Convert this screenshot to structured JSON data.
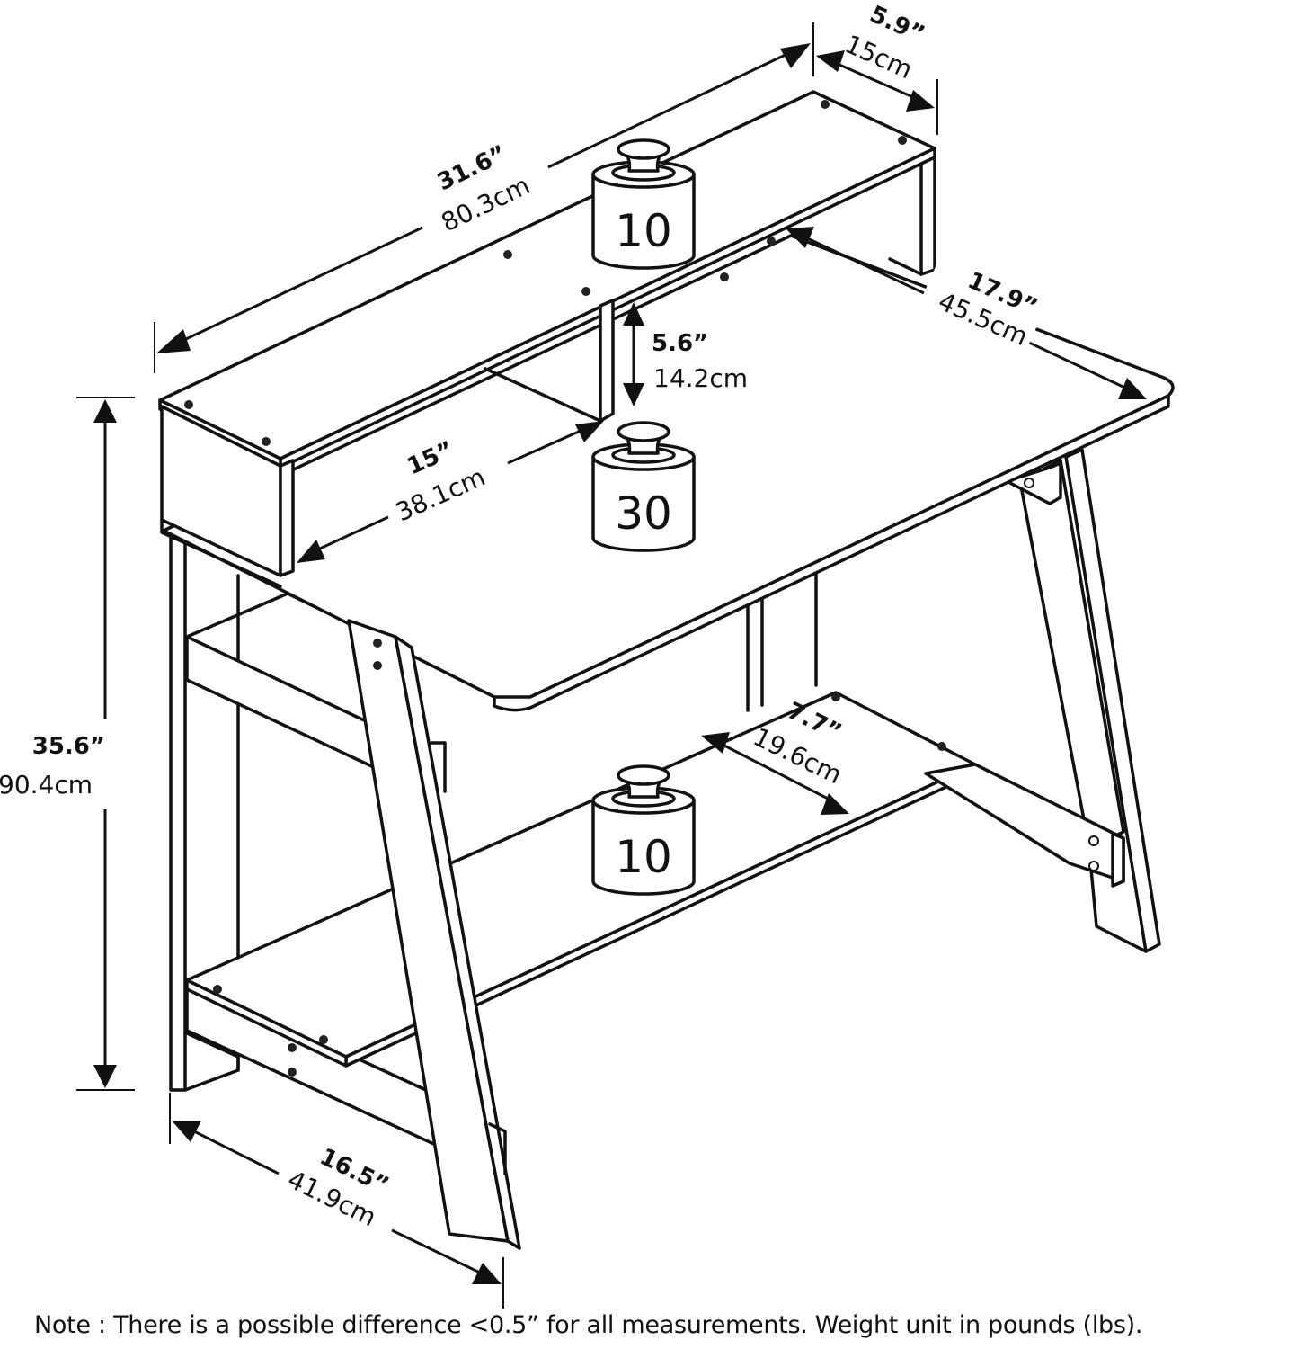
{
  "diagram": {
    "subject": "Computer desk with hutch shelf and bottom shelf",
    "dimensions": {
      "hutch_width": {
        "inches": "31.6”",
        "cm": "80.3cm"
      },
      "hutch_depth": {
        "inches": "5.9”",
        "cm": "15cm"
      },
      "desk_depth": {
        "inches": "17.9”",
        "cm": "45.5cm"
      },
      "hutch_clearance": {
        "inches": "5.6”",
        "cm": "14.2cm"
      },
      "hutch_cubby_width": {
        "inches": "15”",
        "cm": "38.1cm"
      },
      "total_height": {
        "inches": "35.6”",
        "cm": "90.4cm"
      },
      "bottom_shelf_depth": {
        "inches": "7.7”",
        "cm": "19.6cm"
      },
      "base_depth": {
        "inches": "16.5”",
        "cm": "41.9cm"
      }
    },
    "weights": {
      "hutch_top": "10",
      "desktop": "30",
      "bottom_shelf": "10"
    },
    "note": "Note : There is a possible difference <0.5” for all measurements. Weight unit in pounds (lbs)."
  }
}
